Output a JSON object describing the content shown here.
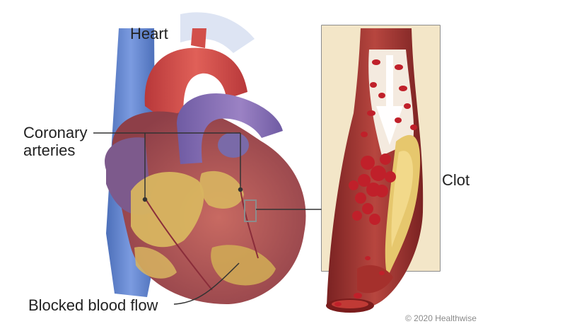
{
  "labels": {
    "heart": "Heart",
    "coronary_line1": "Coronary",
    "coronary_line2": "arteries",
    "clot": "Clot",
    "blocked": "Blocked blood flow"
  },
  "copyright": "© 2020 Healthwise",
  "colors": {
    "vein_blue": "#5b7fc9",
    "aorta_red": "#c8453d",
    "heart_muscle": "#b85a5a",
    "pulmonary_purple": "#8a6db3",
    "fat_yellow": "#d9b860",
    "blood_cell": "#c0202a",
    "vessel_wall": "#8e2a28",
    "plaque": "#e9cf7a",
    "leader_line": "#333333"
  }
}
